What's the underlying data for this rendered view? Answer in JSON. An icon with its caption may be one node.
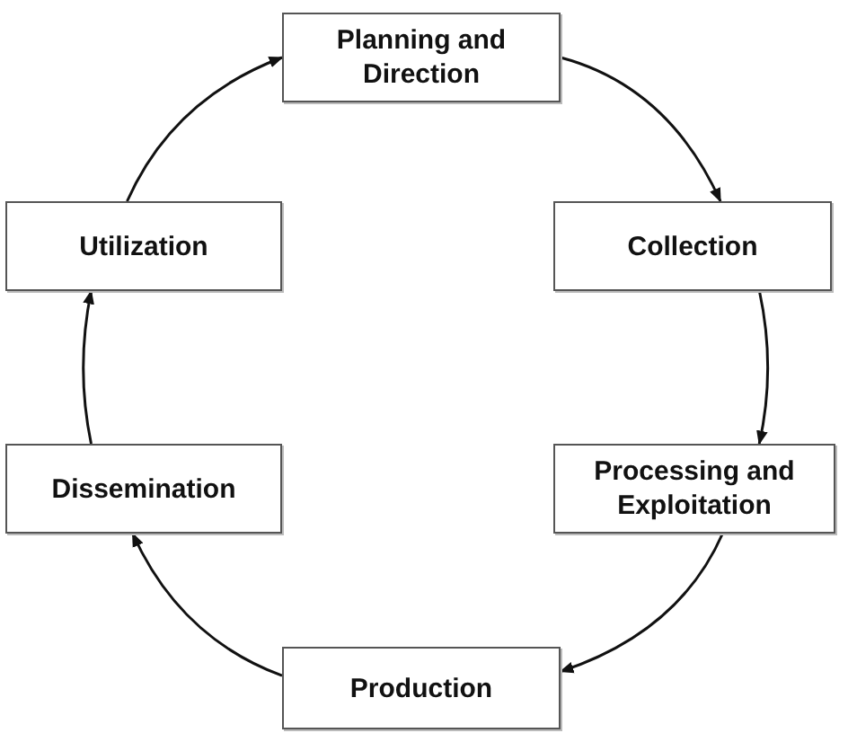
{
  "diagram": {
    "nodes": [
      {
        "text": [
          "Planning and Direction"
        ]
      },
      {
        "text": [
          "Collection"
        ]
      },
      {
        "text": [
          "Processing and Exploitation"
        ]
      },
      {
        "text": [
          "Production"
        ]
      },
      {
        "text": [
          "Dissemination"
        ]
      },
      {
        "text": [
          "Utilization"
        ]
      }
    ],
    "edges": [
      {
        "from": 0,
        "to": 1,
        "arrow": "to"
      },
      {
        "from": 1,
        "to": 2,
        "arrow": "to"
      },
      {
        "from": 2,
        "to": 3,
        "arrow": "to"
      },
      {
        "from": 3,
        "to": 4,
        "arrow": "to"
      },
      {
        "from": 4,
        "to": 5,
        "arrow": "to"
      },
      {
        "from": 5,
        "to": 0,
        "arrow": "to"
      }
    ]
  }
}
